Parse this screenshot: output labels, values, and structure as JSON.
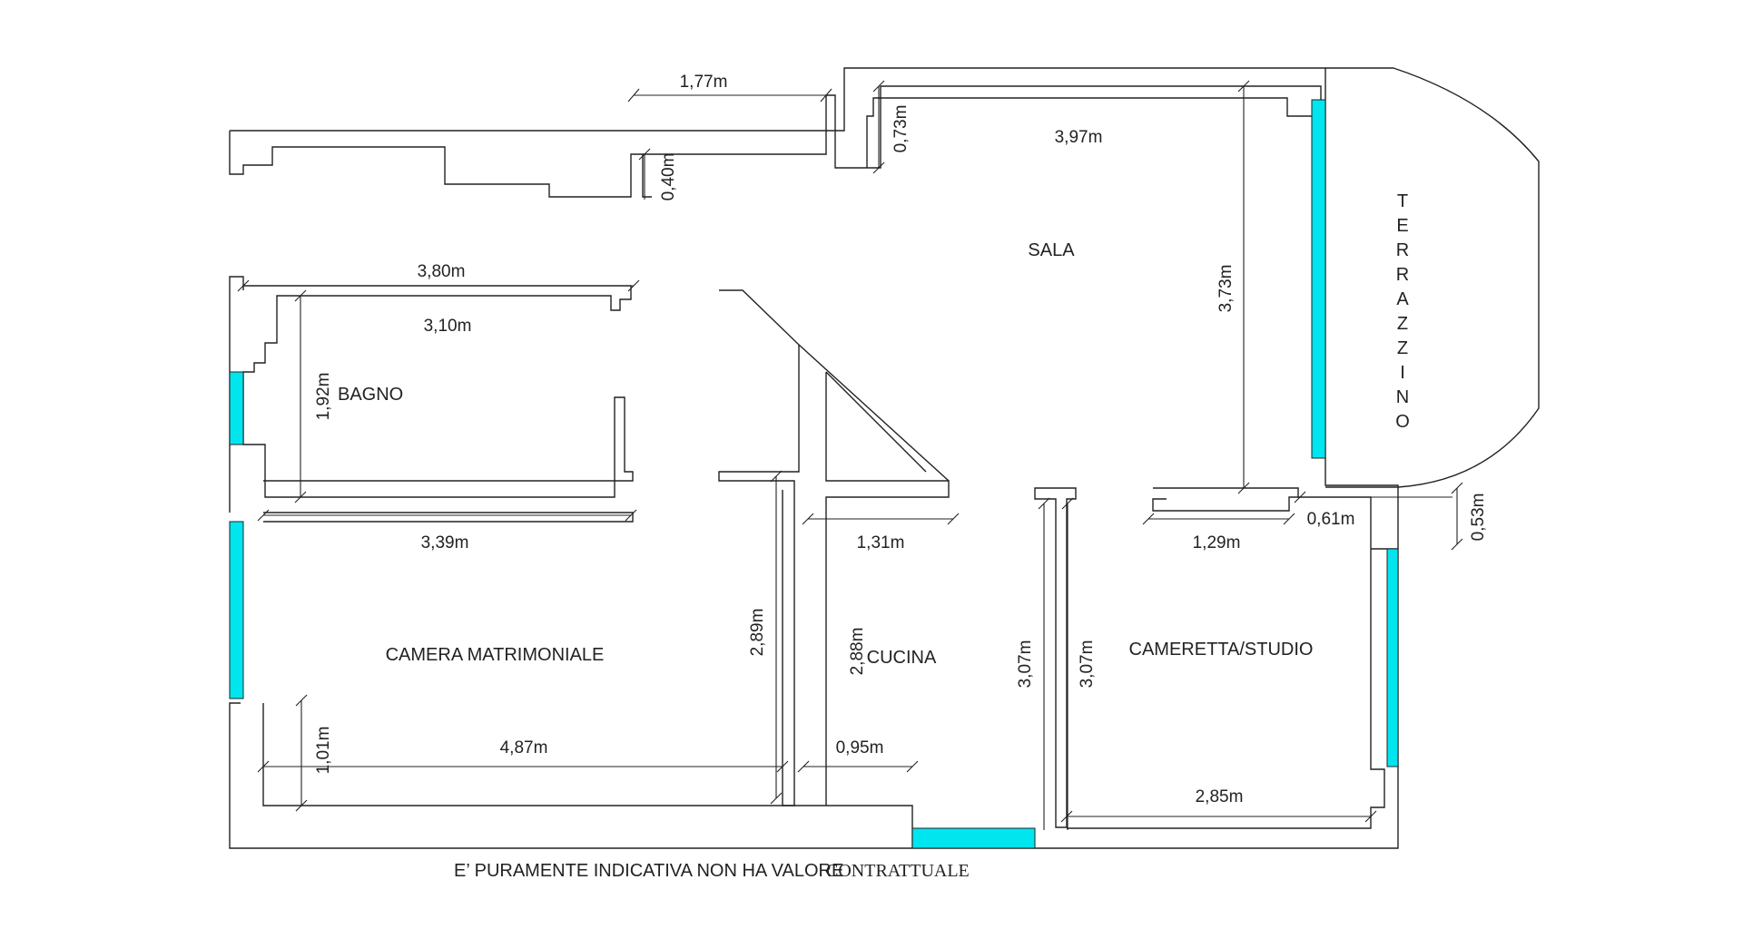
{
  "rooms": {
    "sala": "SALA",
    "bagno": "BAGNO",
    "camera": "CAMERA MATRIMONIALE",
    "cucina": "CUCINA",
    "cameretta": "CAMERETTA/STUDIO",
    "terrazzino": [
      "T",
      "E",
      "R",
      "R",
      "A",
      "Z",
      "Z",
      "I",
      "N",
      "O"
    ]
  },
  "dimensions": {
    "d177": "1,77m",
    "d040": "0,40m",
    "d073": "0,73m",
    "d397": "3,97m",
    "d373": "3,73m",
    "d380": "3,80m",
    "d310": "3,10m",
    "d192": "1,92m",
    "d339": "3,39m",
    "d131": "1,31m",
    "d129": "1,29m",
    "d061": "0,61m",
    "d053": "0,53m",
    "d289": "2,89m",
    "d288": "2,88m",
    "d307a": "3,07m",
    "d307b": "3,07m",
    "d101": "1,01m",
    "d487": "4,87m",
    "d095": "0,95m",
    "d285": "2,85m"
  },
  "note": {
    "part1": "E’ PURAMENTE INDICATIVA NON HA VALORE",
    "part2": "CONTRATTUALE"
  },
  "colors": {
    "window": "#00e5ee",
    "line": "#222222"
  }
}
